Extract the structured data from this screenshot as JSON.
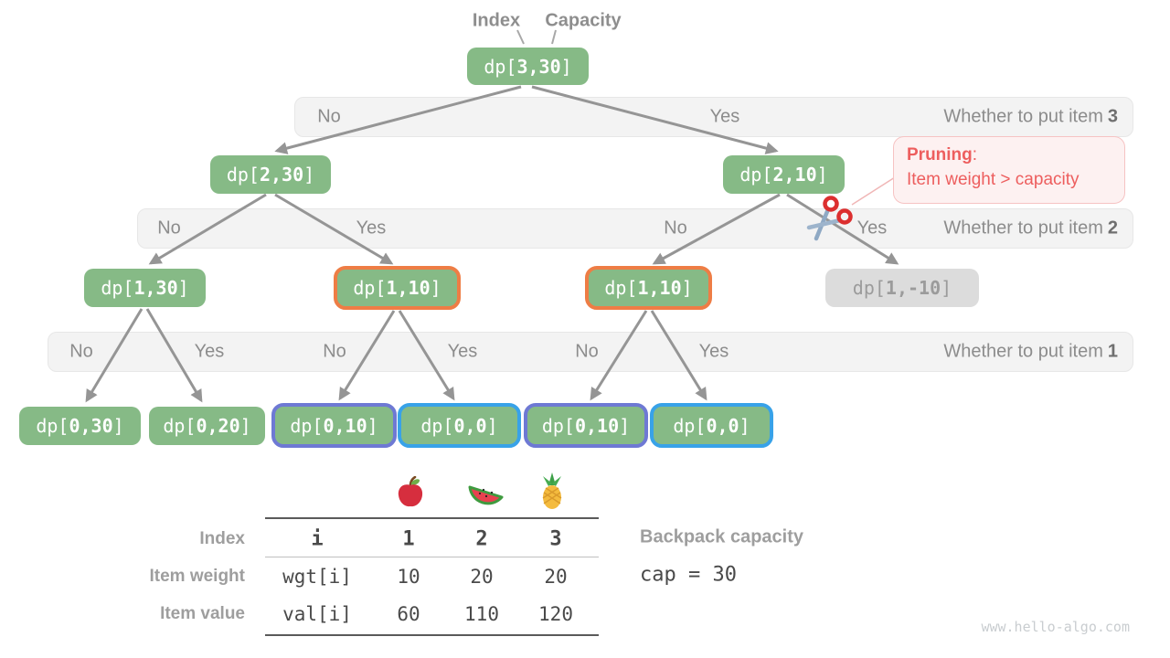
{
  "pointers": {
    "index": "Index",
    "capacity": "Capacity"
  },
  "nodes": [
    {
      "id": "dp-3-30",
      "prefix": "dp[",
      "args": "3,30",
      "suffix": "]"
    },
    {
      "id": "dp-2-30",
      "prefix": "dp[",
      "args": "2,30",
      "suffix": "]"
    },
    {
      "id": "dp-2-10",
      "prefix": "dp[",
      "args": "2,10",
      "suffix": "]"
    },
    {
      "id": "dp-1-30",
      "prefix": "dp[",
      "args": "1,30",
      "suffix": "]"
    },
    {
      "id": "dp-1-10-a",
      "prefix": "dp[",
      "args": "1,10",
      "suffix": "]"
    },
    {
      "id": "dp-1-10-b",
      "prefix": "dp[",
      "args": "1,10",
      "suffix": "]"
    },
    {
      "id": "dp-1-neg10",
      "prefix": "dp[",
      "args": "1,-10",
      "suffix": "]"
    },
    {
      "id": "dp-0-30",
      "prefix": "dp[",
      "args": "0,30",
      "suffix": "]"
    },
    {
      "id": "dp-0-20",
      "prefix": "dp[",
      "args": "0,20",
      "suffix": "]"
    },
    {
      "id": "dp-0-10-a",
      "prefix": "dp[",
      "args": "0,10",
      "suffix": "]"
    },
    {
      "id": "dp-0-0-a",
      "prefix": "dp[",
      "args": "0,0",
      "suffix": "]"
    },
    {
      "id": "dp-0-10-b",
      "prefix": "dp[",
      "args": "0,10",
      "suffix": "]"
    },
    {
      "id": "dp-0-0-b",
      "prefix": "dp[",
      "args": "0,0",
      "suffix": "]"
    }
  ],
  "bands": [
    {
      "answers": [
        "No",
        "Yes"
      ],
      "question": "Whether to put item",
      "item": "3"
    },
    {
      "answers": [
        "No",
        "Yes",
        "No",
        "Yes"
      ],
      "question": "Whether to put item",
      "item": "2"
    },
    {
      "answers": [
        "No",
        "Yes",
        "No",
        "Yes",
        "No",
        "Yes"
      ],
      "question": "Whether to put item",
      "item": "1"
    }
  ],
  "pruning": {
    "title": "Pruning",
    "colon": ":",
    "text": "Item weight > capacity"
  },
  "items_table": {
    "row_labels": [
      "Index",
      "Item weight",
      "Item value"
    ],
    "rows": [
      [
        "i",
        "1",
        "2",
        "3"
      ],
      [
        "wgt[i]",
        "10",
        "20",
        "20"
      ],
      [
        "val[i]",
        "60",
        "110",
        "120"
      ]
    ],
    "fruits": [
      "apple",
      "watermelon",
      "pineapple"
    ]
  },
  "backpack": {
    "label": "Backpack capacity",
    "value": "cap = 30"
  },
  "watermark": "www.hello-algo.com",
  "colors": {
    "node_green": "#86ba86",
    "highlight_orange": "#ee7d45",
    "highlight_purple": "#6e79d4",
    "highlight_blue": "#38a2e8",
    "pruned_gray": "#dcdcdc",
    "accent_red": "#ed5e5e",
    "band_bg": "#f3f3f3",
    "arrow_gray": "#959595"
  }
}
